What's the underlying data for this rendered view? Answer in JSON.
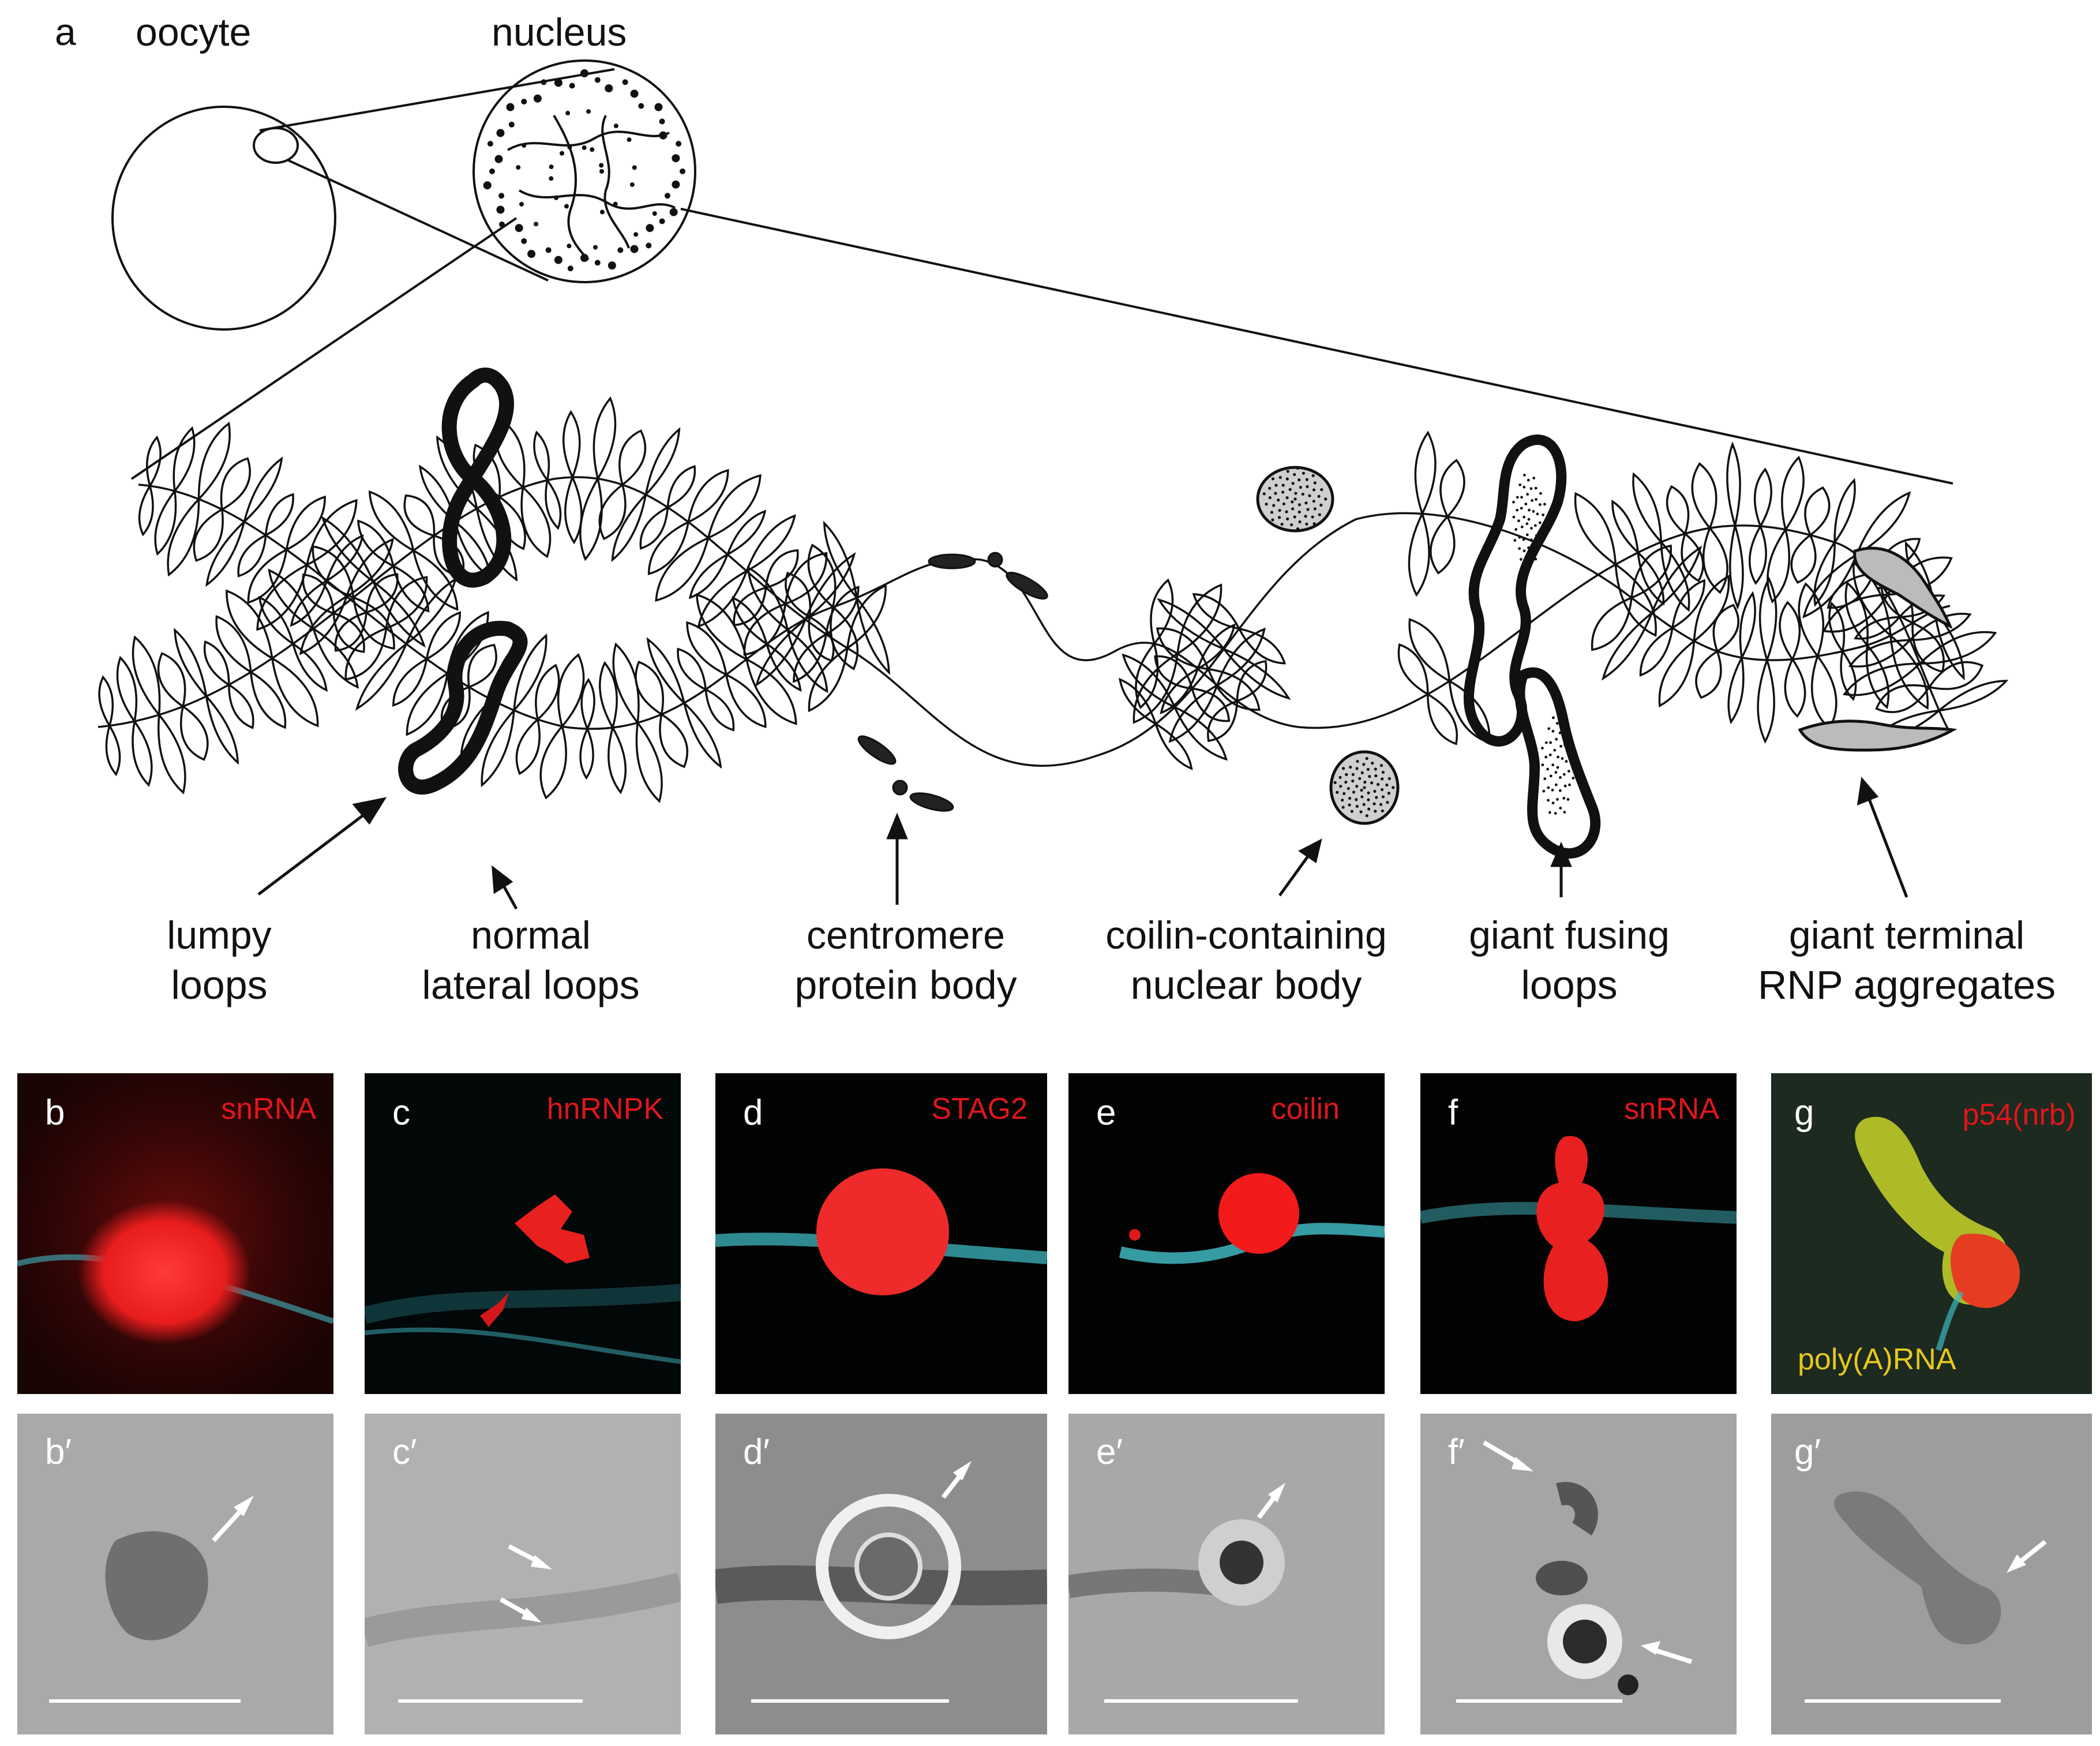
{
  "panel_a": {
    "letter": "a",
    "labels": {
      "oocyte": "oocyte",
      "nucleus": "nucleus"
    },
    "annotations": [
      {
        "id": "lumpy",
        "line1": "lumpy",
        "line2": "loops"
      },
      {
        "id": "normal",
        "line1": "normal",
        "line2": "lateral loops"
      },
      {
        "id": "centromere",
        "line1": "centromere",
        "line2": "protein body"
      },
      {
        "id": "coilin",
        "line1": "coilin-containing",
        "line2": "nuclear body"
      },
      {
        "id": "giant-fusing",
        "line1": "giant fusing",
        "line2": "loops"
      },
      {
        "id": "giant-terminal",
        "line1": "giant terminal",
        "line2": "RNP aggregates"
      }
    ]
  },
  "fluorescence_panels": [
    {
      "letter": "b",
      "stain": "snRNA"
    },
    {
      "letter": "c",
      "stain": "hnRNPK"
    },
    {
      "letter": "d",
      "stain": "STAG2"
    },
    {
      "letter": "e",
      "stain": "coilin"
    },
    {
      "letter": "f",
      "stain": "snRNA"
    },
    {
      "letter": "g",
      "stain": "p54(nrb)",
      "stain2": "poly(A)RNA"
    }
  ],
  "phase_panels": [
    {
      "letter": "b′"
    },
    {
      "letter": "c′"
    },
    {
      "letter": "d′"
    },
    {
      "letter": "e′"
    },
    {
      "letter": "f′"
    },
    {
      "letter": "g′"
    }
  ],
  "colors": {
    "stain_red": "#e0161b",
    "dna_cyan": "#3fb6bf",
    "polyA_yellow": "#e6c81e",
    "phase_gray": "#a7a7a7"
  }
}
